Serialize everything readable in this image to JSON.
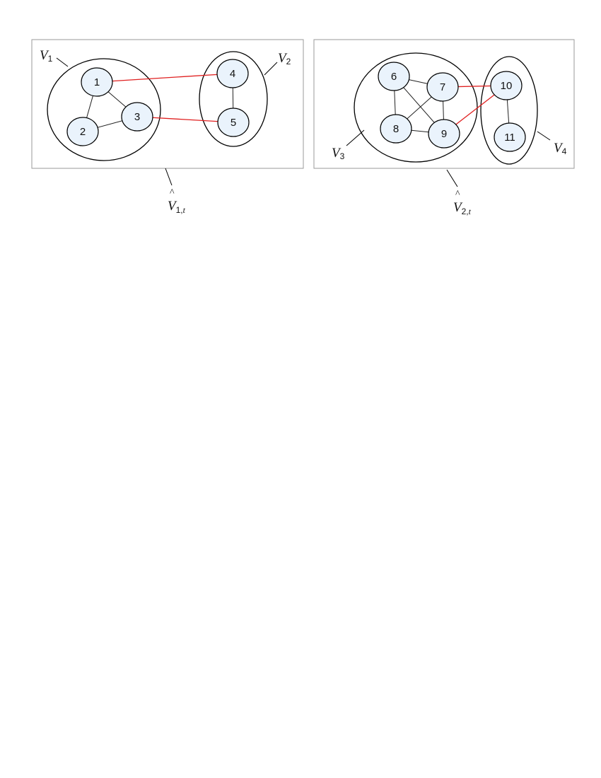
{
  "panels": [
    {
      "id": "panel-1",
      "label": {
        "main": "V",
        "sub": "1",
        "sub2": "t"
      },
      "clusters": [
        {
          "id": "V1",
          "label": {
            "main": "V",
            "sub": "1"
          }
        },
        {
          "id": "V2",
          "label": {
            "main": "V",
            "sub": "2"
          }
        }
      ]
    },
    {
      "id": "panel-2",
      "label": {
        "main": "V",
        "sub": "2",
        "sub2": "t"
      },
      "clusters": [
        {
          "id": "V3",
          "label": {
            "main": "V",
            "sub": "3"
          }
        },
        {
          "id": "V4",
          "label": {
            "main": "V",
            "sub": "4"
          }
        }
      ]
    }
  ],
  "nodes": [
    "1",
    "2",
    "3",
    "4",
    "5",
    "6",
    "7",
    "8",
    "9",
    "10",
    "11"
  ],
  "edges": [
    {
      "from": "1",
      "to": "2",
      "type": "intra"
    },
    {
      "from": "1",
      "to": "3",
      "type": "intra"
    },
    {
      "from": "2",
      "to": "3",
      "type": "intra"
    },
    {
      "from": "4",
      "to": "5",
      "type": "intra"
    },
    {
      "from": "1",
      "to": "4",
      "type": "inter"
    },
    {
      "from": "3",
      "to": "5",
      "type": "inter"
    },
    {
      "from": "6",
      "to": "7",
      "type": "intra"
    },
    {
      "from": "6",
      "to": "8",
      "type": "intra"
    },
    {
      "from": "6",
      "to": "9",
      "type": "intra"
    },
    {
      "from": "7",
      "to": "8",
      "type": "intra"
    },
    {
      "from": "7",
      "to": "9",
      "type": "intra"
    },
    {
      "from": "8",
      "to": "9",
      "type": "intra"
    },
    {
      "from": "10",
      "to": "11",
      "type": "intra"
    },
    {
      "from": "7",
      "to": "10",
      "type": "inter"
    },
    {
      "from": "9",
      "to": "10",
      "type": "inter"
    }
  ],
  "colors": {
    "node_fill": "#eaf3fc",
    "inter_edge": "#e02020",
    "intra_edge": "#222222",
    "panel_border": "#9a9a9a"
  }
}
